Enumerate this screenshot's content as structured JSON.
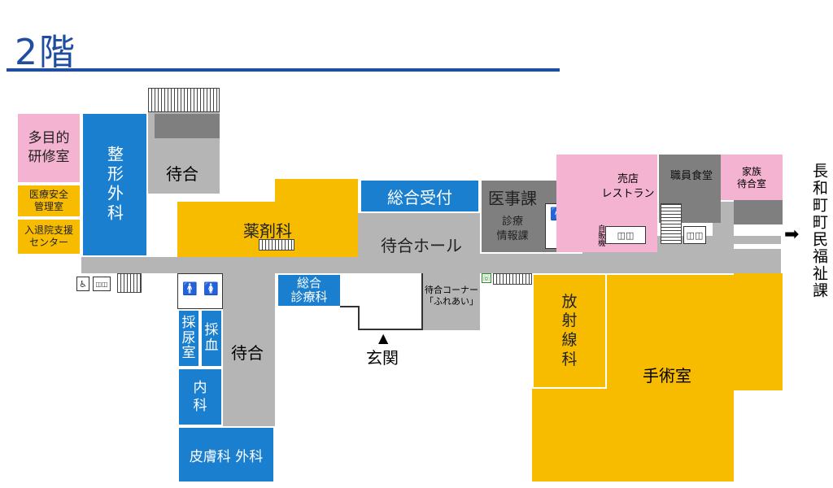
{
  "title": "2階",
  "rooms": {
    "multipurpose": "多目的\n研修室",
    "safety": "医療安全\n管理室",
    "admission": "入退院支援\nセンター",
    "orthopedics": "整形外科",
    "wait_north": "待合",
    "pharmacy": "薬剤科",
    "reception": "総合受付",
    "waiting_hall": "待合ホール",
    "medical_affairs": "医事課",
    "medical_info": "診療\n情報課",
    "shop": "売店\nレストラン",
    "vending": "自販機",
    "staff_cafeteria": "職員食堂",
    "family_wait": "家族\n待合室",
    "general_medicine": "総合\n診療科",
    "wait_corner": "待合コーナー\n「ふれあい」",
    "entrance": "玄関",
    "blood_urine": "採\n尿\n室",
    "blood": "採\n血",
    "internal": "内\n科",
    "wait_south": "待合",
    "derma_surgery": "皮膚科 外科",
    "radiology": "放\n射\n線\n科",
    "surgery": "手術室",
    "welfare": "長和町町民福祉課"
  },
  "icons": {
    "wheelchair": "♿",
    "elevator": "◫◫",
    "man": "🚹",
    "woman": "🚺",
    "phone": "☏",
    "arrow": "➡",
    "entrance_arrow": "▲"
  },
  "colors": {
    "blue": "#1b7fd0",
    "yellow": "#f7bc00",
    "pink": "#f4b3d1",
    "gray": "#b5b5b5",
    "dark_gray": "#7f7f7f",
    "title": "#1f4ea1"
  }
}
